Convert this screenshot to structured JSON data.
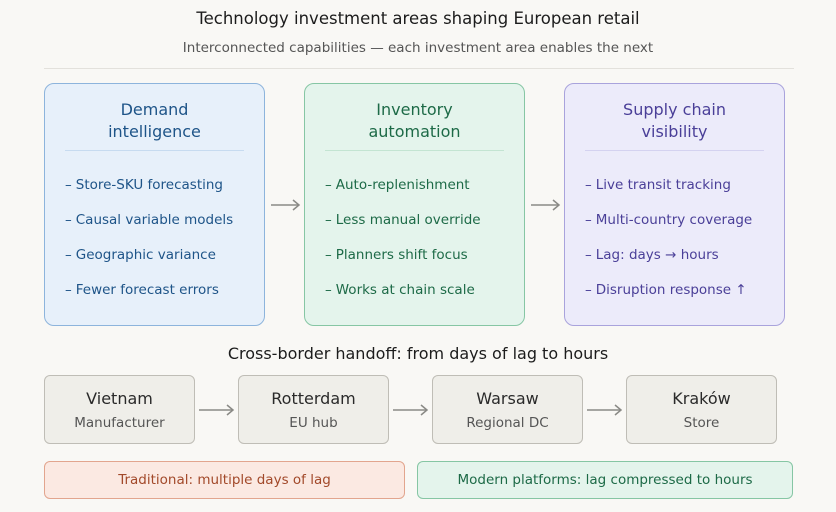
{
  "title": "Technology investment areas shaping European retail",
  "subtitle": "Interconnected capabilities — each investment area enables the next",
  "investment_areas": [
    {
      "title": "Demand\nintelligence",
      "items": [
        "Store-SKU forecasting",
        "Causal variable models",
        "Geographic variance",
        "Fewer forecast errors"
      ]
    },
    {
      "title": "Inventory\nautomation",
      "items": [
        "Auto-replenishment",
        "Less manual override",
        "Planners shift focus",
        "Works at chain scale"
      ]
    },
    {
      "title": "Supply chain\nvisibility",
      "items": [
        "Live transit tracking",
        "Multi-country coverage",
        "Lag: days → hours",
        "Disruption response ↑"
      ]
    }
  ],
  "handoff": {
    "title": "Cross-border handoff: from days of lag to hours",
    "nodes": [
      {
        "name": "Vietnam",
        "role": "Manufacturer"
      },
      {
        "name": "Rotterdam",
        "role": "EU hub"
      },
      {
        "name": "Warsaw",
        "role": "Regional DC"
      },
      {
        "name": "Kraków",
        "role": "Store"
      }
    ],
    "traditional_label": "Traditional: multiple days of lag",
    "modern_label": "Modern platforms: lag compressed to hours"
  },
  "icons": {
    "flow_arrow": "right-arrow-icon",
    "list_marker": "dash"
  },
  "colors": {
    "demand": "#1e5488",
    "inventory": "#1d6a47",
    "supply": "#4a3f98",
    "traditional": "#a2492a",
    "modern": "#1d6a47"
  }
}
